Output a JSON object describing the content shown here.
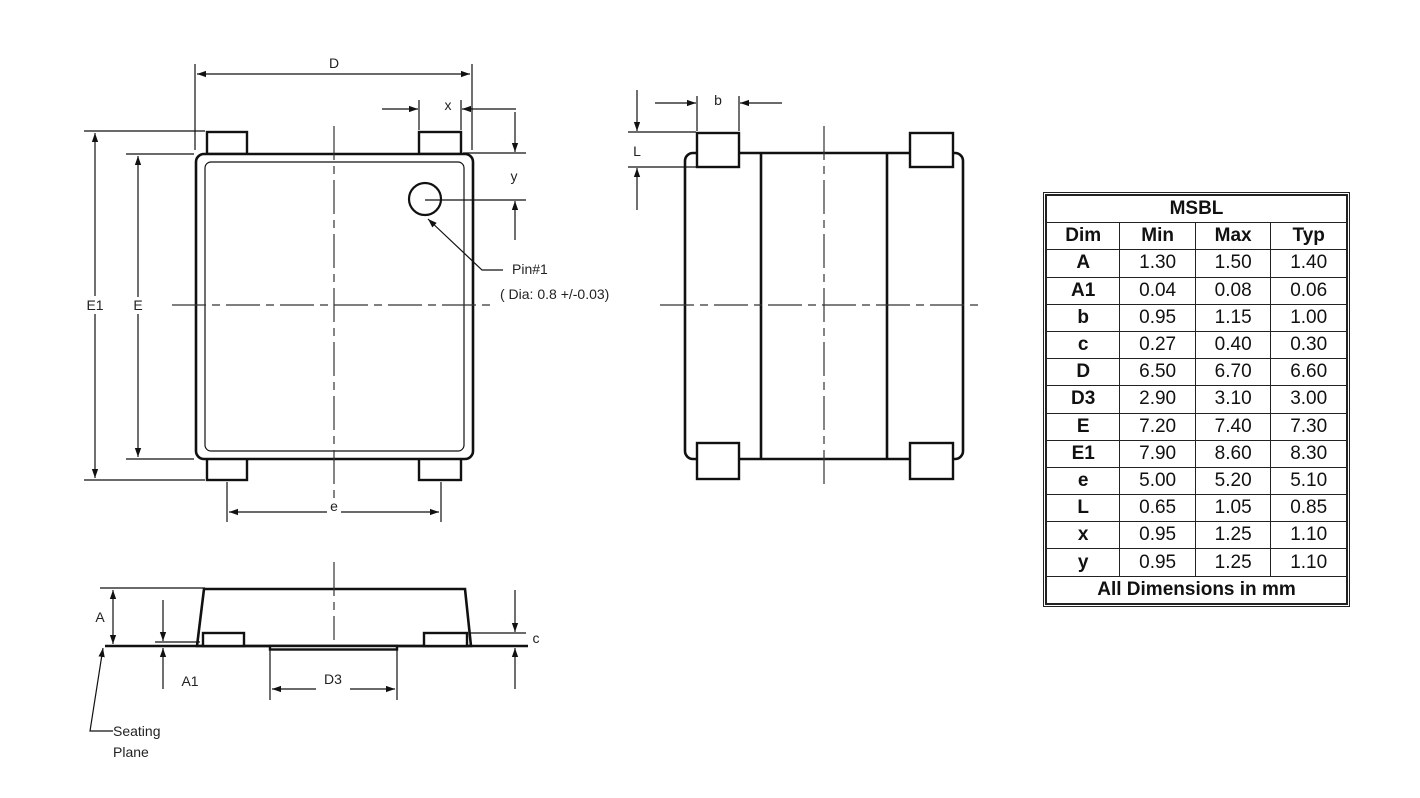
{
  "labels": {
    "D": "D",
    "x": "x",
    "y": "y",
    "E1": "E1",
    "E": "E",
    "e": "e",
    "b": "b",
    "L": "L",
    "A": "A",
    "A1": "A1",
    "D3": "D3",
    "c": "c",
    "pin_title": "Pin#1",
    "pin_dia": "( Dia: 0.8 +/-0.03)",
    "seating_1": "Seating",
    "seating_2": "Plane"
  },
  "table": {
    "title": "MSBL",
    "headers": [
      "Dim",
      "Min",
      "Max",
      "Typ"
    ],
    "rows": [
      [
        "A",
        "1.30",
        "1.50",
        "1.40"
      ],
      [
        "A1",
        "0.04",
        "0.08",
        "0.06"
      ],
      [
        "b",
        "0.95",
        "1.15",
        "1.00"
      ],
      [
        "c",
        "0.27",
        "0.40",
        "0.30"
      ],
      [
        "D",
        "6.50",
        "6.70",
        "6.60"
      ],
      [
        "D3",
        "2.90",
        "3.10",
        "3.00"
      ],
      [
        "E",
        "7.20",
        "7.40",
        "7.30"
      ],
      [
        "E1",
        "7.90",
        "8.60",
        "8.30"
      ],
      [
        "e",
        "5.00",
        "5.20",
        "5.10"
      ],
      [
        "L",
        "0.65",
        "1.05",
        "0.85"
      ],
      [
        "x",
        "0.95",
        "1.25",
        "1.10"
      ],
      [
        "y",
        "0.95",
        "1.25",
        "1.10"
      ]
    ],
    "footer": "All Dimensions in mm"
  }
}
